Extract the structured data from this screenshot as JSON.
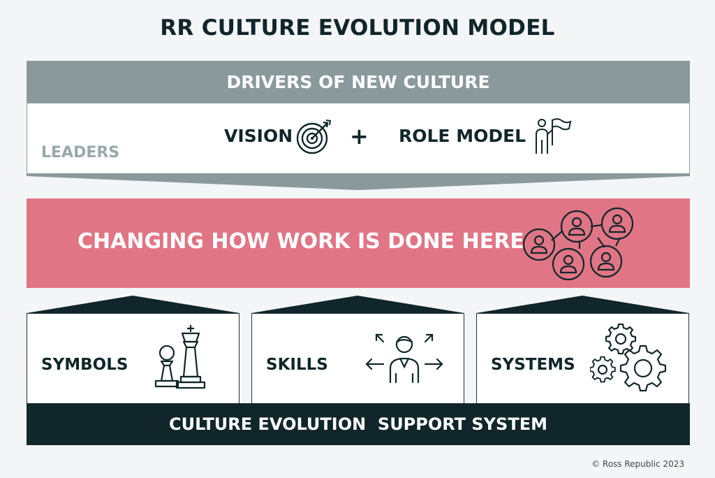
{
  "title": "RR CULTURE EVOLUTION MODEL",
  "drivers": {
    "header": "DRIVERS OF NEW CULTURE",
    "leaders_label": "LEADERS",
    "vision_label": "VISION",
    "plus": "+",
    "role_model_label": "ROLE MODEL"
  },
  "change": {
    "label": "CHANGING HOW WORK IS DONE HERE"
  },
  "pillars": [
    {
      "label": "SYMBOLS",
      "icon": "chess-pieces-icon"
    },
    {
      "label": "SKILLS",
      "icon": "person-expand-icon"
    },
    {
      "label": "SYSTEMS",
      "icon": "gears-icon"
    }
  ],
  "base": {
    "label": "CULTURE EVOLUTION  SUPPORT SYSTEM"
  },
  "copyright": "© Ross Republic 2023",
  "colors": {
    "dark": "#10262a",
    "gray": "#8a9a9c",
    "pink": "#e07585",
    "background": "#f3f5f7"
  }
}
